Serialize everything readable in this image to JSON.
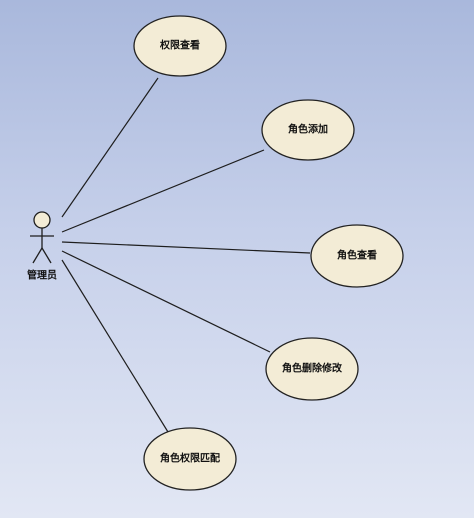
{
  "actor": {
    "name": "管理员",
    "icon": "stick-figure-actor-icon"
  },
  "use_cases": [
    {
      "id": "uc1",
      "label": "权限查看"
    },
    {
      "id": "uc2",
      "label": "角色添加"
    },
    {
      "id": "uc3",
      "label": "角色查看"
    },
    {
      "id": "uc4",
      "label": "角色删除修改"
    },
    {
      "id": "uc5",
      "label": "角色权限匹配"
    }
  ],
  "associations": [
    {
      "from": "actor",
      "to": "uc1"
    },
    {
      "from": "actor",
      "to": "uc2"
    },
    {
      "from": "actor",
      "to": "uc3"
    },
    {
      "from": "actor",
      "to": "uc4"
    },
    {
      "from": "actor",
      "to": "uc5"
    }
  ],
  "colors": {
    "background_top": "#a9b8dc",
    "background_bottom": "#e2e7f4",
    "use_case_fill": "#f3ecd6",
    "line": "#1e1e1e"
  }
}
